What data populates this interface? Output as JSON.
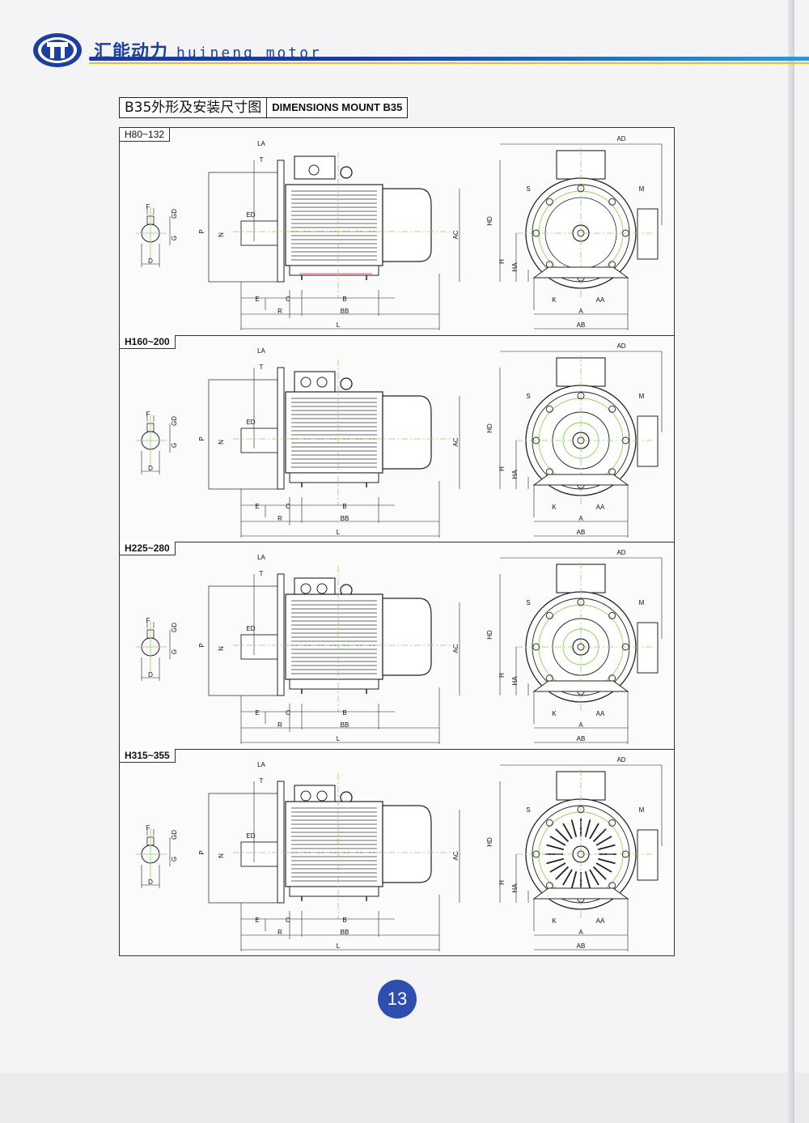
{
  "header": {
    "brand_cn": "汇能动力",
    "brand_en": "huineng motor",
    "logo": "huineng-logo"
  },
  "title": {
    "cn": "B35外形及安装尺寸图",
    "en": "DIMENSIONS MOUNT B35"
  },
  "sections": [
    {
      "label": "H80~132"
    },
    {
      "label": "H160~200"
    },
    {
      "label": "H225~280"
    },
    {
      "label": "H315~355"
    }
  ],
  "dims": {
    "LA": "LA",
    "T": "T",
    "F": "F",
    "GD": "GD",
    "G": "G",
    "D": "D",
    "P": "P",
    "N": "N",
    "ED": "ED",
    "E": "E",
    "C": "C",
    "R": "R",
    "B": "B",
    "BB": "BB",
    "L": "L",
    "AC": "AC",
    "AD": "AD",
    "S": "S",
    "M": "M",
    "HD": "HD",
    "H": "H",
    "HA": "HA",
    "K": "K",
    "AA": "AA",
    "A": "A",
    "AB": "AB"
  },
  "page_number": "13",
  "colors": {
    "brand_blue": "#1c3f9e",
    "accent_yellow": "#f2b92b",
    "green_line": "#8fd35a"
  }
}
